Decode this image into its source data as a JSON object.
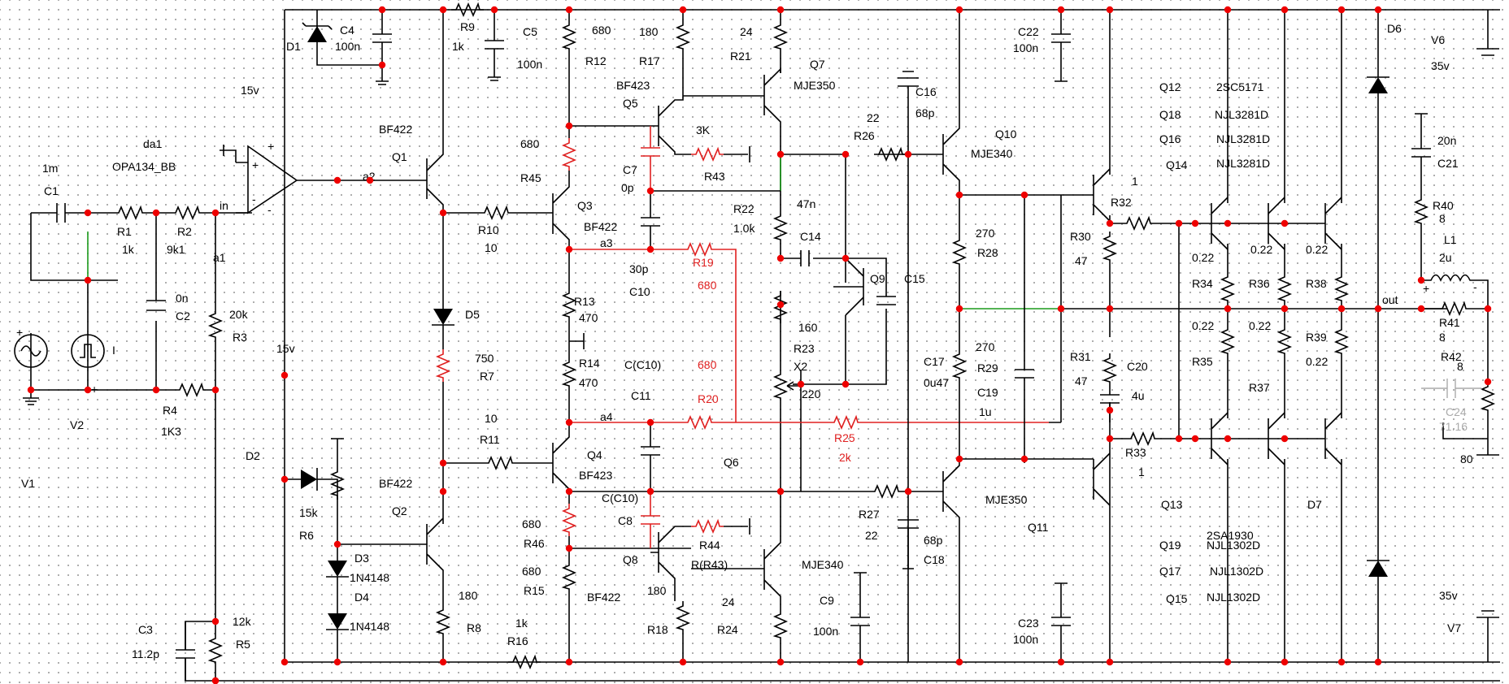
{
  "colors": {
    "wire": "#000000",
    "highlight": "#e02020",
    "junction": "#e00000",
    "net_green": "#1a9a1a",
    "disabled": "#aaaaaa"
  },
  "labels": {
    "C1": "C1",
    "C1v": "1m",
    "R1": "R1",
    "R1v": "1k",
    "R2": "R2",
    "R2v": "9k1",
    "C2": "C2",
    "C2v": "0n",
    "in": "in",
    "a1": "a1",
    "a2": "a2",
    "a3": "a3",
    "a4": "a4",
    "R3": "R3",
    "R3v": "20k",
    "R4": "R4",
    "R4v": "1K3",
    "V1": "V1",
    "V2": "V2",
    "I": "I",
    "C3": "C3",
    "C3v": "11.2p",
    "R5": "R5",
    "R5v": "12k",
    "da1": "da1",
    "opa": "OPA134_BB",
    "v15a": "15v",
    "v15b": "15v",
    "D1": "D1",
    "C4": "C4",
    "C4v": "100n",
    "R9": "R9",
    "R9v": "1k",
    "C5": "C5",
    "C5v": "100n",
    "Q1": "Q1",
    "Q1t": "BF422",
    "Q2": "Q2",
    "Q2t": "BF422",
    "D2": "D2",
    "D3": "D3",
    "D3t": "1N4148",
    "D4": "D4",
    "D4t": "1N4148",
    "D5": "D5",
    "R6": "R6",
    "R6v": "15k",
    "R7": "R7",
    "R7v": "750",
    "R8": "R8",
    "R8v": "180",
    "R10": "R10",
    "R10v": "10",
    "R11": "R11",
    "R11v": "10",
    "R16": "R16",
    "R16v": "1k",
    "R12": "R12",
    "R12v": "680",
    "R17": "R17",
    "R17v": "180",
    "R21": "R21",
    "R21v": "24",
    "Q5": "Q5",
    "Q5t": "BF423",
    "Q7": "Q7",
    "Q7t": "MJE350",
    "R43": "R43",
    "R43v": "3K",
    "R45": "R45",
    "R45v": "680",
    "C7": "C7",
    "C7v": "0p",
    "Q3": "Q3",
    "Q3t": "BF422",
    "C10": "C10",
    "C10v": "30p",
    "R19": "R19",
    "R19v": "680",
    "R13": "R13",
    "R13v": "470",
    "R14": "R14",
    "R14v": "470",
    "C11": "C11",
    "C11v": "C(C10)",
    "R20": "R20",
    "R20v": "680",
    "Q4": "Q4",
    "Q4t": "BF423",
    "R46": "R46",
    "R46v": "680",
    "C8": "C8",
    "C8v": "C(C10)",
    "Q8": "Q8",
    "Q8t": "BF422",
    "R15": "R15",
    "R15v": "680",
    "R44": "R44",
    "R44v": "R(R43)",
    "R18": "R18",
    "R18v": "180",
    "R24": "R24",
    "R24v": "24",
    "Q6": "Q6",
    "Q6t": "MJE340",
    "R22": "R22",
    "R22v": "1.0k",
    "C14": "C14",
    "C14v": "47n",
    "Q9": "Q9",
    "R23": "R23",
    "R23v": "160",
    "X2": "X2",
    "X2v": "220",
    "R25": "R25",
    "R25v": "2k",
    "C9": "C9",
    "C9v": "100n",
    "R26": "R26",
    "R26v": "22",
    "C16": "C16",
    "C16v": "68p",
    "C15": "C15",
    "R27": "R27",
    "R27v": "22",
    "C18": "C18",
    "C18v": "68p",
    "Q10": "Q10",
    "Q10t": "MJE340",
    "Q11": "Q11",
    "Q11t": "MJE350",
    "R28": "R28",
    "R28v": "270",
    "R29": "R29",
    "R29v": "270",
    "C17": "C17",
    "C17v": "0u47",
    "C19": "C19",
    "C19v": "1u",
    "C22": "C22",
    "C22v": "100n",
    "C23": "C23",
    "C23v": "100n",
    "R30": "R30",
    "R30v": "47",
    "R31": "R31",
    "R31v": "47",
    "C20": "C20",
    "C20v": "4u",
    "R32": "R32",
    "R32v": "1",
    "R33": "R33",
    "R33v": "1",
    "Q12": "Q12",
    "Q12t": "2SC5171",
    "Q18": "Q18",
    "Q18t": "NJL3281D",
    "Q16": "Q16",
    "Q16t": "NJL3281D",
    "Q14": "Q14",
    "Q14t": "NJL3281D",
    "Q13": "Q13",
    "Q13t": "2SA1930",
    "Q19": "Q19",
    "Q19t": "NJL1302D",
    "Q17": "Q17",
    "Q17t": "NJL1302D",
    "Q15": "Q15",
    "Q15t": "NJL1302D",
    "R34": "R34",
    "R34v": "0.22",
    "R35": "R35",
    "R35v": "0.22",
    "R36": "R36",
    "R36v": "0.22",
    "R37": "R37",
    "R37v": "0.22",
    "R38": "R38",
    "R38v": "0.22",
    "R39": "R39",
    "R39v": "0.22",
    "D6": "D6",
    "D7": "D7",
    "V6": "V6",
    "V6v": "35v",
    "V7": "V7",
    "V7v": "35v",
    "C21": "C21",
    "C21v": "20n",
    "R40": "R40",
    "R40v": "8",
    "L1": "L1",
    "L1v": "2u",
    "out": "out",
    "R41": "R41",
    "R41v": "8",
    "R42": "R42",
    "R42v": "8",
    "C24": "C24",
    "C24v": "71.16",
    "load": "80"
  }
}
